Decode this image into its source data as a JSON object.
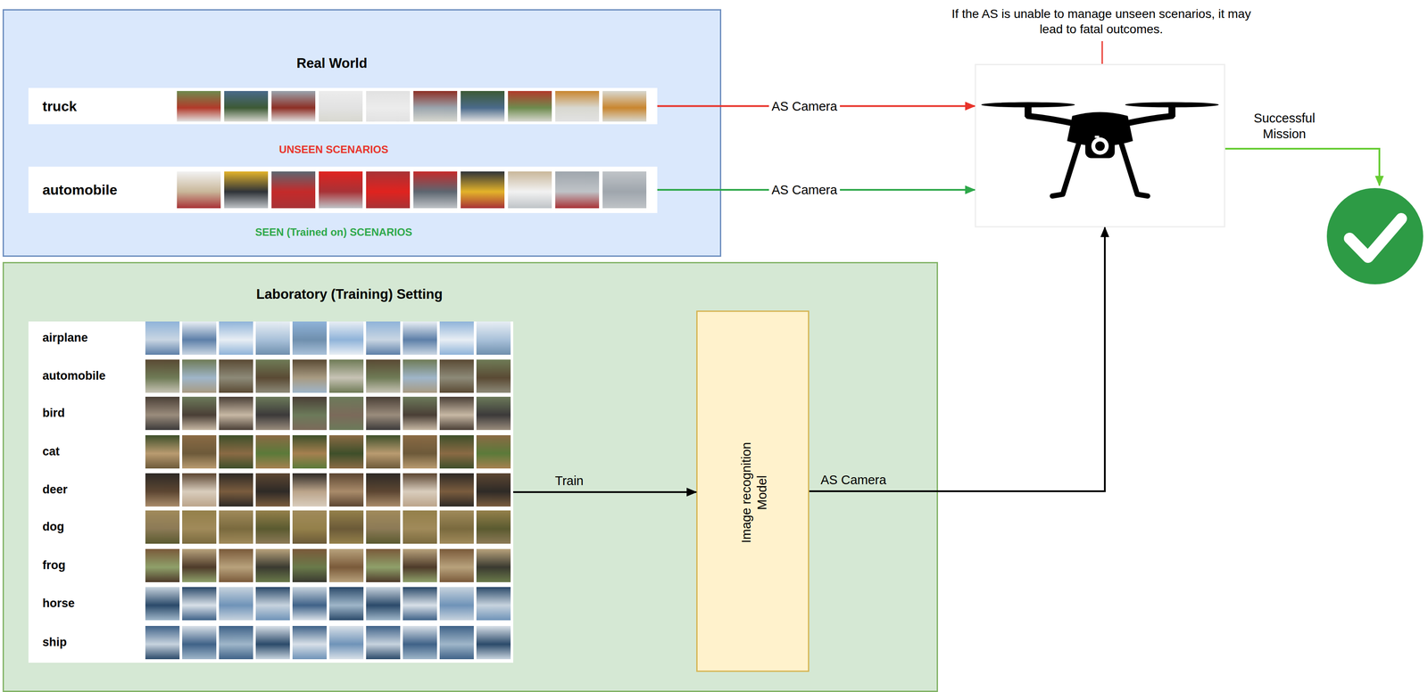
{
  "diagram": {
    "nodes": [
      {
        "text": [
          "Real World",
          "UNSEEN SCENARIOS",
          "SEEN (Trained on) SCENARIOS"
        ]
      },
      {
        "text": [
          "truck"
        ],
        "in": 0
      },
      {
        "text": [
          "automobile"
        ],
        "in": 0
      },
      {
        "text": [
          "Laboratory (Training) Setting"
        ]
      },
      {
        "text": [
          "airplane",
          "automobile",
          "bird",
          "cat",
          "deer",
          "dog",
          "frog",
          "horse",
          "ship"
        ],
        "in": 3
      },
      {
        "text": [
          "Image recognition Model"
        ],
        "in": 3
      },
      {
        "text": [
          "If the AS is unable to manage unseen scenarios, it may lead to fatal outcomes."
        ]
      }
    ],
    "edges": [
      {
        "from": 1,
        "to": 6,
        "arrow": "to",
        "label": "AS Camera"
      },
      {
        "from": 2,
        "to": 6,
        "arrow": "to",
        "label": "AS Camera"
      },
      {
        "from": 4,
        "to": 5,
        "arrow": "to",
        "label": "Train"
      },
      {
        "from": 5,
        "to": 6,
        "arrow": "to",
        "label": "AS Camera"
      }
    ],
    "labels": [
      "Successful Mission"
    ]
  }
}
